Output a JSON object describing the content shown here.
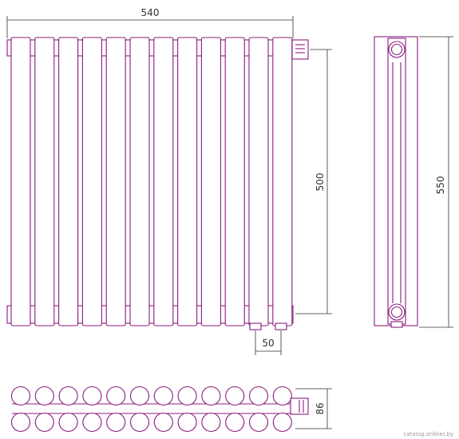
{
  "dimensions": {
    "total_width": "540",
    "axis_distance": "500",
    "total_height": "550",
    "connection_spacing": "50",
    "depth": "86"
  },
  "sections": 12,
  "colors": {
    "radiator": "#8a1c7c",
    "dimension_lines": "#333333"
  },
  "watermark": "catalog.onliner.by"
}
